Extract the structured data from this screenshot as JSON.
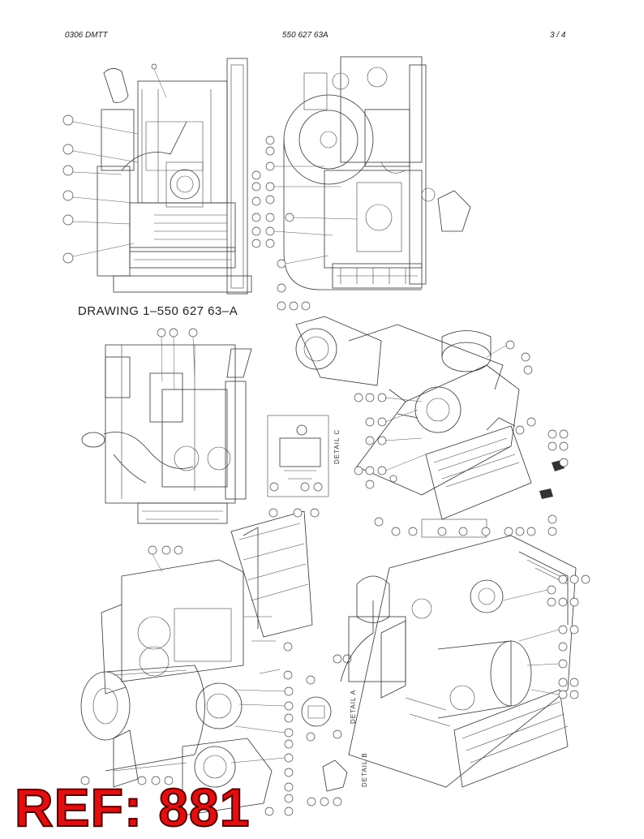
{
  "header": {
    "left": "0306 DMTT",
    "center": "550 627 63A",
    "right": "3 /   4"
  },
  "drawing_title": "DRAWING  1–550 627 63–A",
  "detail_labels": {
    "c": "DETAIL C",
    "a": "DETAIL A",
    "b": "DETAIL B"
  },
  "ref_stamp": "REF: 881"
}
